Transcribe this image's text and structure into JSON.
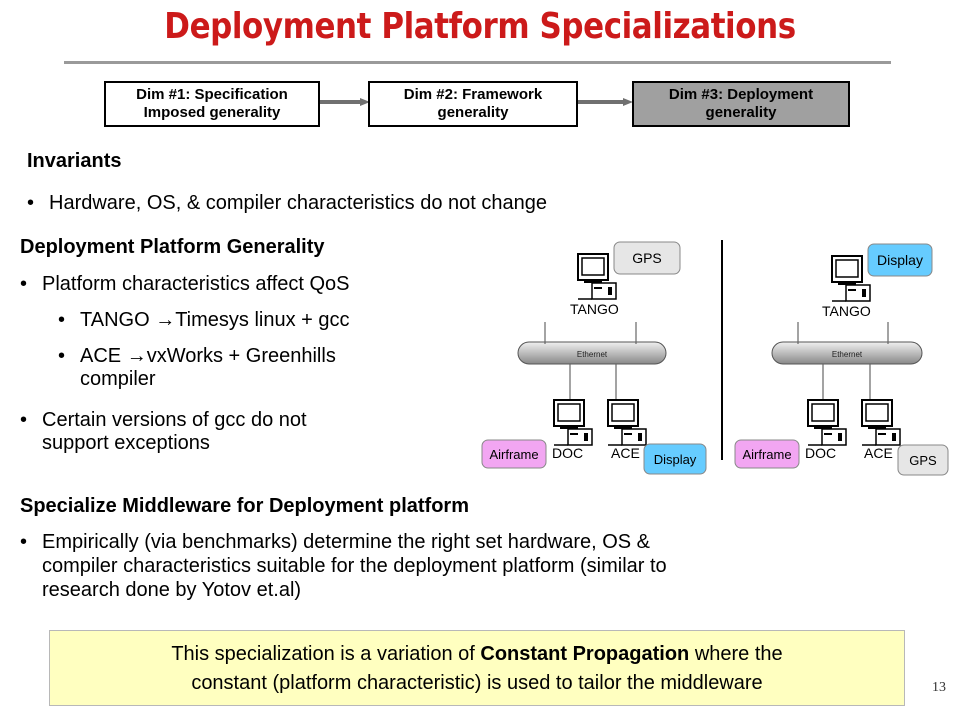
{
  "title": "Deployment Platform Specializations",
  "dims": [
    {
      "line1": "Dim #1: Specification",
      "line2": "Imposed generality"
    },
    {
      "line1": "Dim #2: Framework",
      "line2": "generality"
    },
    {
      "line1": "Dim #3: Deployment",
      "line2": "generality"
    }
  ],
  "invariants": {
    "heading": "Invariants",
    "bullet": "Hardware, OS, & compiler characteristics do not change"
  },
  "generality": {
    "heading": "Deployment Platform Generality",
    "bullet1": "Platform characteristics affect QoS",
    "sub1_pre": "TANGO ",
    "sub1_post": "Timesys linux + gcc",
    "sub2_pre": "ACE ",
    "sub2_post": "vxWorks + Greenhills",
    "sub2_cont": "compiler",
    "bullet2_line1": "Certain versions of gcc do not",
    "bullet2_line2": "support exceptions"
  },
  "diagram": {
    "left": {
      "top_label": "GPS",
      "host": "TANGO",
      "bus": "Ethernet",
      "n1": "DOC",
      "n2": "ACE",
      "tag1": "Airframe",
      "tag2": "Display"
    },
    "right": {
      "top_label": "Display",
      "host": "TANGO",
      "bus": "Ethernet",
      "n1": "DOC",
      "n2": "ACE",
      "tag1": "Airframe",
      "tag2": "GPS"
    },
    "colors": {
      "pink": "#f2a6f2",
      "blue": "#66ccff",
      "gray": "#e6e6e6"
    }
  },
  "specialize": {
    "heading": "Specialize Middleware for Deployment platform",
    "line1": "Empirically (via benchmarks) determine the right set hardware, OS &",
    "line2": "compiler characteristics suitable for the deployment platform (similar to",
    "line3": "research done by Yotov et.al)"
  },
  "footer": {
    "pre": "This specialization is a variation of ",
    "bold": "Constant Propagation",
    "post": " where the",
    "line2": "constant (platform characteristic) is used to tailor the middleware"
  },
  "page_number": "13",
  "colors": {
    "title": "#cc1a1a",
    "dim3_fill": "#a0a0a0",
    "footer_fill": "#ffffc0"
  }
}
